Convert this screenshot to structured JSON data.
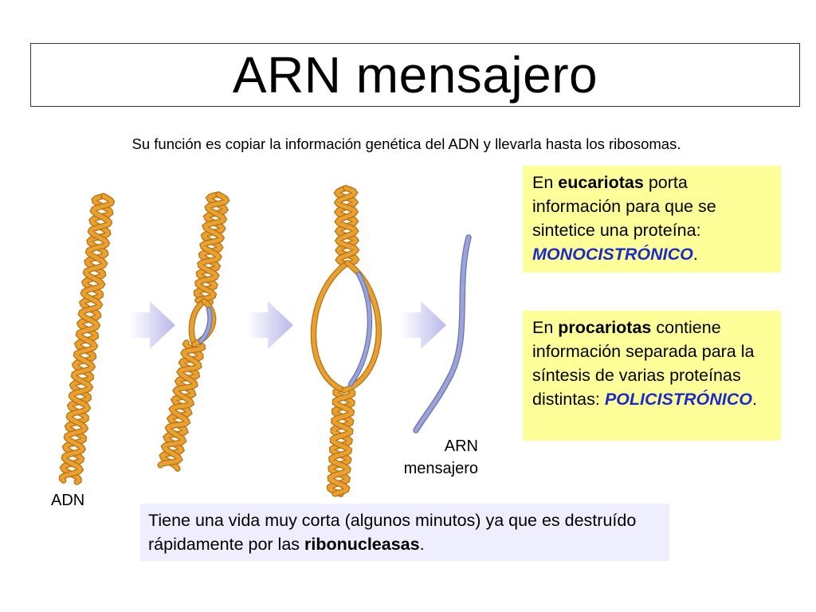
{
  "title": "ARN mensajero",
  "subtitle": "Su función es copiar la información genética del ADN y llevarla hasta los ribosomas.",
  "eucariotas_box": {
    "pre": "En ",
    "bold": "eucariotas",
    "post": " porta información para que se sintetice una proteína: ",
    "highlight": "MONOCISTRÓNICO",
    "end": "."
  },
  "procariotas_box": {
    "pre": "En ",
    "bold": "procariotas",
    "post": " contiene información separada para la síntesis de varias proteínas distintas: ",
    "highlight": "POLICISTRÓNICO",
    "end": "."
  },
  "bottom_box": {
    "pre": "Tiene una vida muy corta (algunos minutos) ya que es destruído rápidamente por las ",
    "bold": "ribonucleasas",
    "end": "."
  },
  "labels": {
    "adn": "ADN",
    "arn_line1": "ARN",
    "arn_line2": "mensajero"
  },
  "colors": {
    "dna_strand": "#e8a030",
    "dna_outline": "#b87010",
    "rna_strand": "#9aa4d8",
    "rna_outline": "#6a74b0",
    "arrow_dark": "#c8c8f0",
    "arrow_light": "#eeeeff",
    "yellow_box": "#ffff99",
    "lavender_box": "#eeeeff",
    "highlight_text": "#1d2bc8"
  }
}
